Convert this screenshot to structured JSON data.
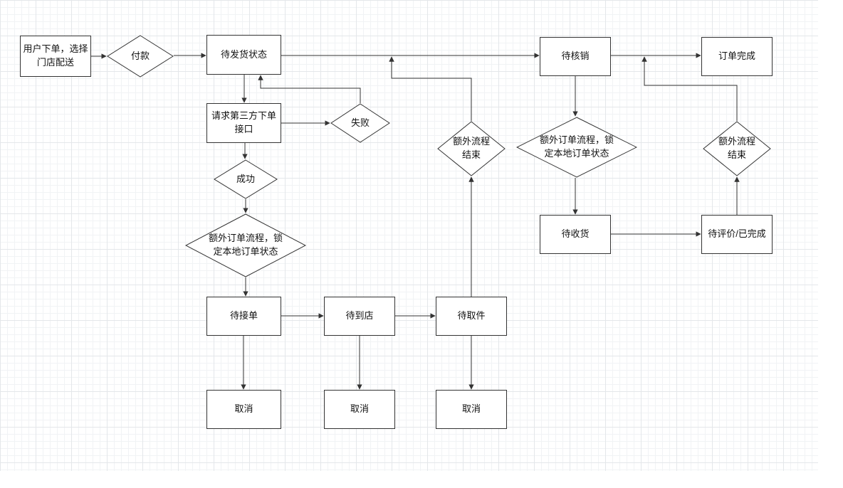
{
  "nodes": {
    "start": {
      "label": "用户下单，选择\n门店配送"
    },
    "pay": {
      "label": "付款"
    },
    "pending_ship": {
      "label": "待发货状态"
    },
    "third_party": {
      "label": "请求第三方下单\n接口"
    },
    "fail": {
      "label": "失败"
    },
    "success": {
      "label": "成功"
    },
    "extra_order_left": {
      "label": "额外订单流程，锁\n定本地订单状态"
    },
    "pending_accept": {
      "label": "待接单"
    },
    "pending_arrive": {
      "label": "待到店"
    },
    "pending_pickup": {
      "label": "待取件"
    },
    "cancel_1": {
      "label": "取消"
    },
    "cancel_2": {
      "label": "取消"
    },
    "cancel_3": {
      "label": "取消"
    },
    "extra_end_mid": {
      "label": "额外流程\n结束"
    },
    "pending_verify": {
      "label": "待核销"
    },
    "extra_order_right": {
      "label": "额外订单流程，锁\n定本地订单状态"
    },
    "pending_receive": {
      "label": "待收货"
    },
    "review_done": {
      "label": "待评价/已完成"
    },
    "extra_end_right": {
      "label": "额外流程\n结束"
    },
    "order_complete": {
      "label": "订单完成"
    }
  },
  "colors": {
    "node_fill": "#ffffff",
    "node_border": "#333333",
    "edge": "#333333",
    "grid_major": "#e4e7ea",
    "grid_minor": "#f1f3f5"
  }
}
